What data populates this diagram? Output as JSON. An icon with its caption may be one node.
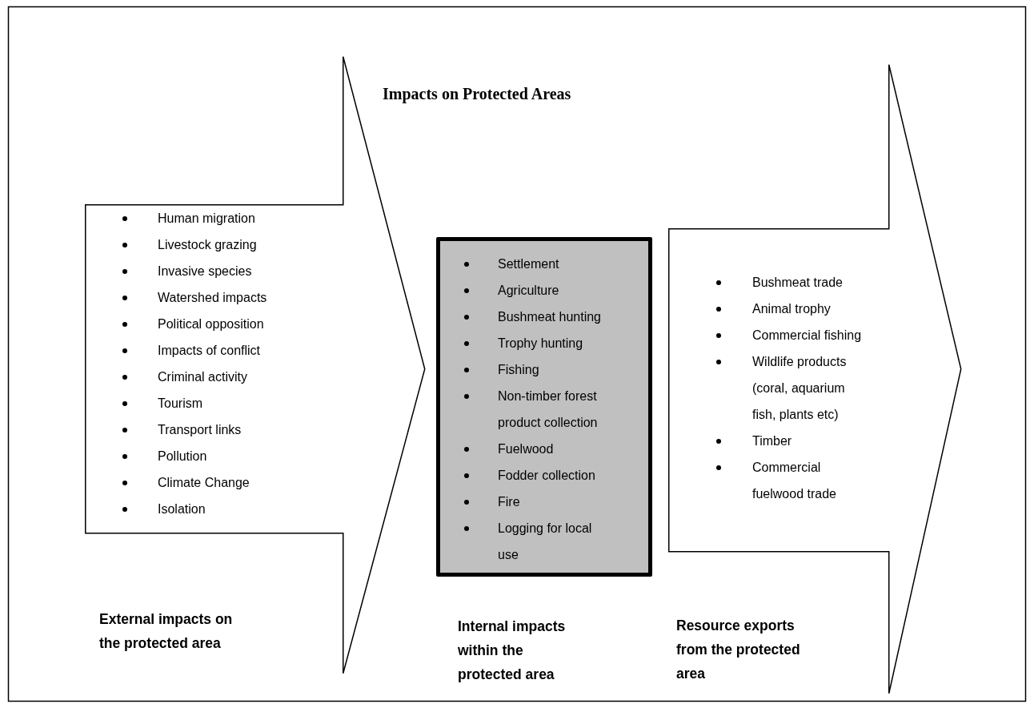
{
  "diagram": {
    "title": "Impacts on Protected Areas",
    "nodes": [
      {
        "text": [
          "Human migration",
          "Livestock grazing",
          "Invasive species",
          "Watershed impacts",
          "Political opposition",
          "Impacts of conflict",
          "Criminal activity",
          "Tourism",
          "Transport links",
          "Pollution",
          "Climate Change",
          "Isolation",
          "External impacts on the protected area"
        ]
      },
      {
        "text": [
          "Settlement",
          "Agriculture",
          "Bushmeat hunting",
          "Trophy hunting",
          "Fishing",
          "Non-timber forest product collection",
          "Fuelwood",
          "Fodder collection",
          "Fire",
          "Logging for local use"
        ],
        "beside": [
          "Internal impacts within the protected area"
        ]
      },
      {
        "text": [
          "Bushmeat trade",
          "Animal trophy",
          "Commercial fishing",
          "Wildlife products (coral, aquarium fish, plants etc)",
          "Timber",
          "Commercial fuelwood trade",
          "Resource exports from the protected area"
        ]
      }
    ],
    "edges": []
  }
}
